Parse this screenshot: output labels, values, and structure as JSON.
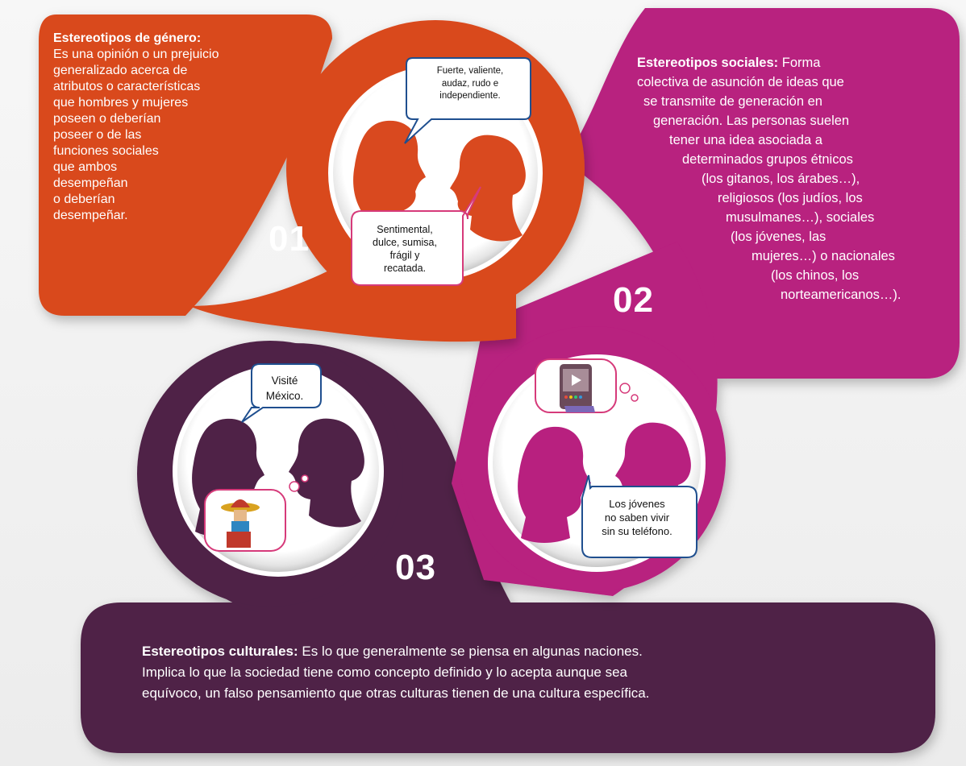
{
  "gender": {
    "number": "01",
    "title": "Estereotipos de género:",
    "lines": [
      "Es una opinión o un prejuicio",
      "generalizado acerca de",
      "atributos o características",
      "que hombres y mujeres",
      "poseen o deberían",
      "poseer o de las",
      "funciones sociales",
      "que ambos",
      "desempeñan",
      "o deberían",
      "desempeñar."
    ],
    "bubble_male": [
      "Fuerte, valiente,",
      "audaz, rudo e",
      "independiente."
    ],
    "bubble_female": [
      "Sentimental,",
      "dulce, sumisa,",
      "frágil y",
      "recatada."
    ]
  },
  "social": {
    "number": "02",
    "title": "Estereotipos sociales:",
    "first_line_rest": " Forma",
    "lines": [
      "colectiva de asunción de ideas que",
      "se transmite de generación en",
      "generación. Las personas suelen",
      "tener una idea asociada a",
      "determinados grupos étnicos",
      "(los gitanos, los árabes…),",
      "religiosos (los judíos, los",
      "musulmanes…), sociales",
      "(los jóvenes, las",
      "mujeres…) o nacionales",
      "(los chinos, los",
      "norteamericanos…)."
    ],
    "bubble": [
      "Los jóvenes",
      "no saben vivir",
      "sin su teléfono."
    ]
  },
  "cultural": {
    "number": "03",
    "title": "Estereotipos culturales:",
    "first_line_rest": " Es lo que generalmente se piensa en algunas naciones.",
    "lines": [
      "Implica lo que la sociedad tiene como concepto definido y lo acepta aunque sea",
      "equívoco, un falso pensamiento que otras culturas tienen de una cultura específica."
    ],
    "bubble": [
      "Visité",
      "México."
    ]
  },
  "colors": {
    "orange": "#d9491f",
    "magenta": "#b8207f",
    "purple": "#4f2247",
    "bubble_border_pink": "#d63a7a",
    "bubble_border_blue": "#1f4f8f"
  }
}
